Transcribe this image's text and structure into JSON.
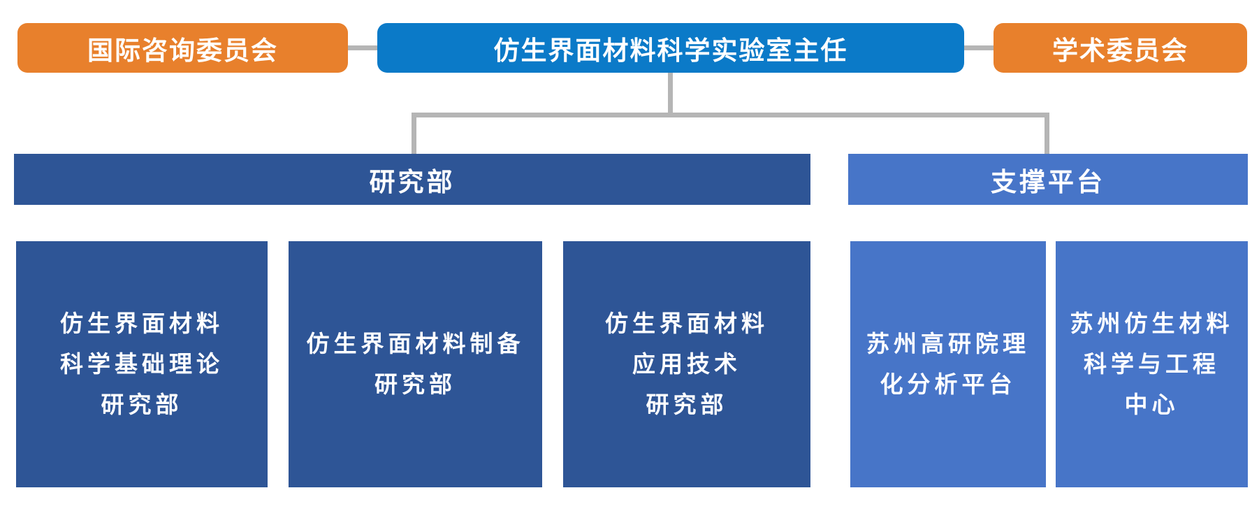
{
  "colors": {
    "committee_orange": "#E8802C",
    "director_blue": "#0B7AC8",
    "research_navy": "#2E5596",
    "support_blue": "#4775C8",
    "connector_gray": "#B5B5B5",
    "text_white": "#FFFFFF"
  },
  "top_row": {
    "international_advisory_committee": "国际咨询委员会",
    "director": "仿生界面材料科学实验室主任",
    "academic_committee": "学术委员会"
  },
  "level2": {
    "research_header": "研究部",
    "support_header": "支撑平台"
  },
  "research_departments": [
    {
      "lines": [
        "仿生界面材料",
        "科学基础理论",
        "研究部"
      ]
    },
    {
      "lines": [
        "仿生界面材料制备",
        "研究部"
      ]
    },
    {
      "lines": [
        "仿生界面材料",
        "应用技术",
        "研究部"
      ]
    }
  ],
  "support_platforms": [
    {
      "lines": [
        "苏州高研院理",
        "化分析平台"
      ]
    },
    {
      "lines": [
        "苏州仿生材料",
        "科学与工程",
        "中心"
      ]
    }
  ]
}
